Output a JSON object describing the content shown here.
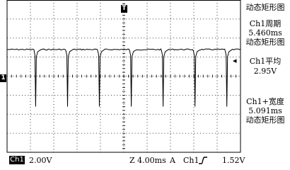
{
  "right_panel": {
    "top_label": "动态矩形图",
    "meas1": {
      "title": "Ch1周期",
      "value": "5.460ms",
      "source": "动态矩形图"
    },
    "meas2": {
      "title": "Ch1平均",
      "value": "2.95V"
    },
    "meas3": {
      "title": "Ch1+宽度",
      "value": "5.091ms",
      "source": "动态矩形图"
    }
  },
  "bottom_bar": {
    "channel": "Ch1",
    "volts_per_div": "2.00V",
    "timebase": "Z 4.00ms",
    "trigger_mode": "A",
    "trigger_source": "Ch1",
    "trigger_level": "1.52V"
  },
  "markers": {
    "trigger": "T",
    "ground": "1"
  },
  "arrow_glyph": "◂",
  "colors": {
    "background": "#ffffff",
    "trace": "#000000",
    "grid": "#000000"
  },
  "chart_data": {
    "type": "line",
    "x_unit": "ms",
    "y_unit": "V",
    "x_per_div": 4.0,
    "y_per_div": 2.0,
    "grid_divisions": [
      10,
      8
    ],
    "trace": {
      "high_level_div": 5.4,
      "low_level_div": 2.4,
      "period_ms": 5.46,
      "positive_width_ms": 5.091,
      "first_dip_ms": 4.9
    }
  }
}
